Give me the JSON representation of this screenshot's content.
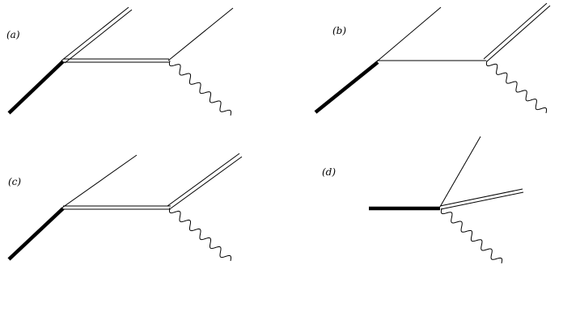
{
  "panels": [
    {
      "label": "(a)"
    },
    {
      "label": "(b)"
    },
    {
      "label": "(c)"
    },
    {
      "label": "(d)"
    }
  ],
  "colors": {
    "line": "#000000",
    "background": "#ffffff"
  }
}
